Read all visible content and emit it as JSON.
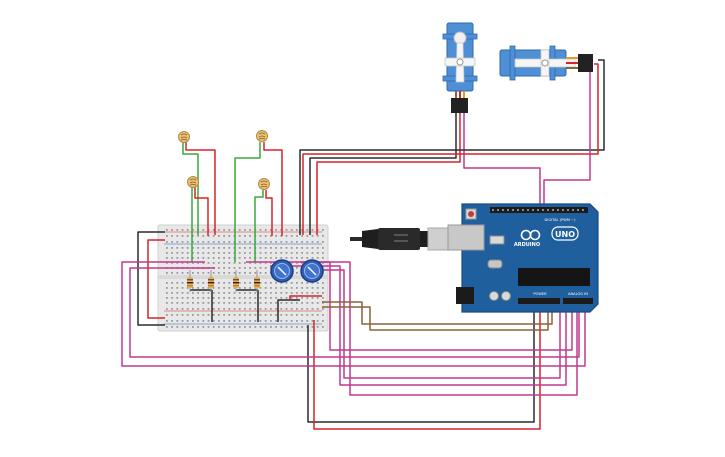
{
  "canvas": {
    "background": "#ffffff"
  },
  "colors": {
    "wire_black": "#2b2b2b",
    "wire_red": "#d6242c",
    "wire_green": "#3aa83a",
    "wire_magenta": "#c2398c",
    "wire_brown": "#8b6239",
    "arduino_blue": "#1f5f9e",
    "arduino_dark": "#174c80",
    "servo_blue": "#4f8fd6",
    "breadboard": "#e8e8e8",
    "pot_blue": "#2e5fb8"
  },
  "arduino": {
    "brand": "ARDUINO",
    "model": "UNO",
    "digital_label": "DIGITAL (PWM ~)",
    "power_label": "POWER",
    "analog_label": "ANALOG IN",
    "usb_connector": "usb-plug-icon"
  },
  "components": {
    "servos": [
      "servo-vertical",
      "servo-horizontal"
    ],
    "photoresistors": 4,
    "resistors": 4,
    "potentiometers": 2
  }
}
